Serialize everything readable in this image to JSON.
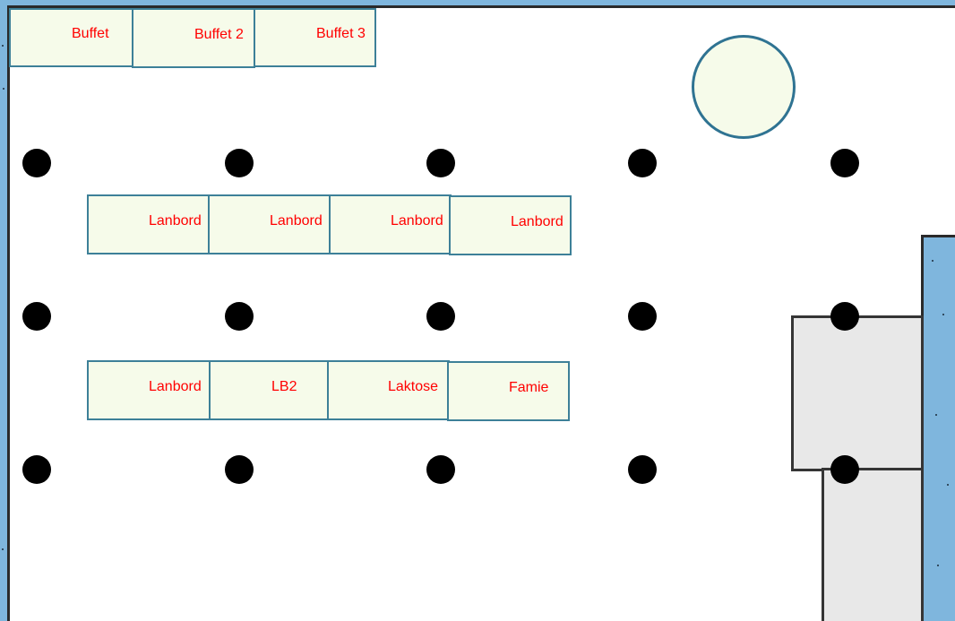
{
  "floor_plan": {
    "buffet_tables": [
      {
        "label": "Buffet"
      },
      {
        "label": "Buffet 2"
      },
      {
        "label": "Buffet 3"
      }
    ],
    "table_row_1": [
      {
        "label": "Lanbord"
      },
      {
        "label": "Lanbord"
      },
      {
        "label": "Lanbord"
      },
      {
        "label": "Lanbord"
      }
    ],
    "table_row_2": [
      {
        "label": "Lanbord"
      },
      {
        "label": "LB2"
      },
      {
        "label": "Laktose"
      },
      {
        "label": "Famie"
      }
    ],
    "round_table": {
      "label": ""
    },
    "colors": {
      "wall_outside": "#7fb6dd",
      "floor": "#ffffff",
      "table_fill": "#f6fbea",
      "table_border": "#3d8098",
      "label_text": "#ff0000",
      "pillar": "#000000",
      "side_room": "#e8e8e8"
    }
  }
}
